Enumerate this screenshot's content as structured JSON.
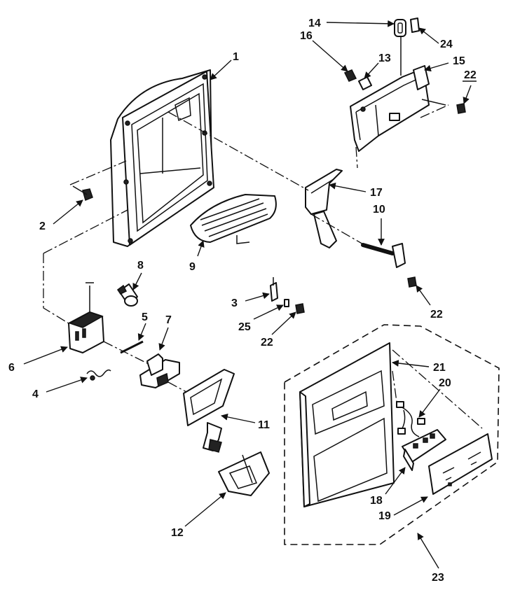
{
  "diagram": {
    "callouts": [
      "1",
      "2",
      "3",
      "4",
      "5",
      "6",
      "7",
      "8",
      "9",
      "10",
      "11",
      "12",
      "13",
      "14",
      "15",
      "16",
      "17",
      "18",
      "19",
      "20",
      "21",
      "22",
      "22",
      "22",
      "23",
      "24",
      "25"
    ]
  }
}
